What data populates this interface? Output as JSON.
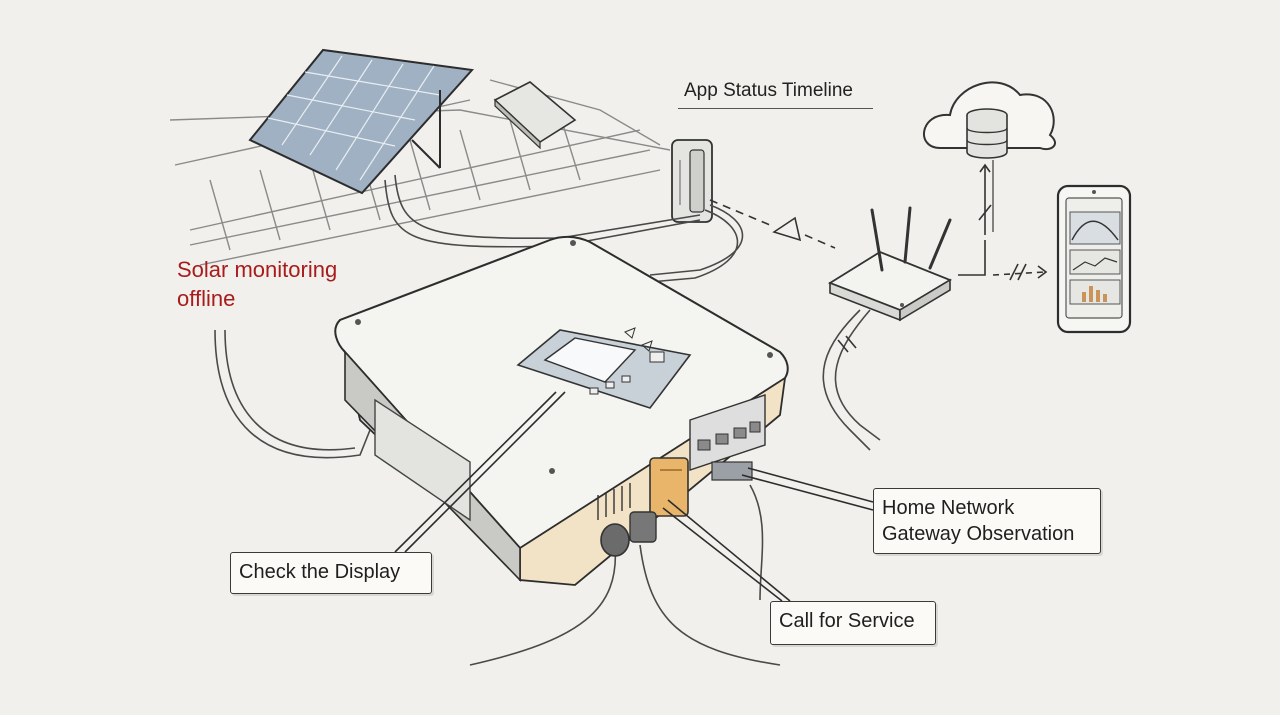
{
  "diagram": {
    "title": "App Status Timeline",
    "alert_text_line1": "Solar monitoring",
    "alert_text_line2": "offline",
    "callouts": {
      "display": "Check the Display",
      "service": "Call for Service",
      "gateway_line1": "Home Network",
      "gateway_line2": "Gateway Observation"
    },
    "components": [
      "solar-panel-icon",
      "junction-box-icon",
      "wall-adapter-icon",
      "inverter-icon",
      "router-icon",
      "cloud-database-icon",
      "smartphone-icon"
    ],
    "colors": {
      "alert": "#a81c1c",
      "accent_amber": "#e8b56a",
      "line": "#3a3a3a",
      "background": "#f1f0ec"
    }
  }
}
